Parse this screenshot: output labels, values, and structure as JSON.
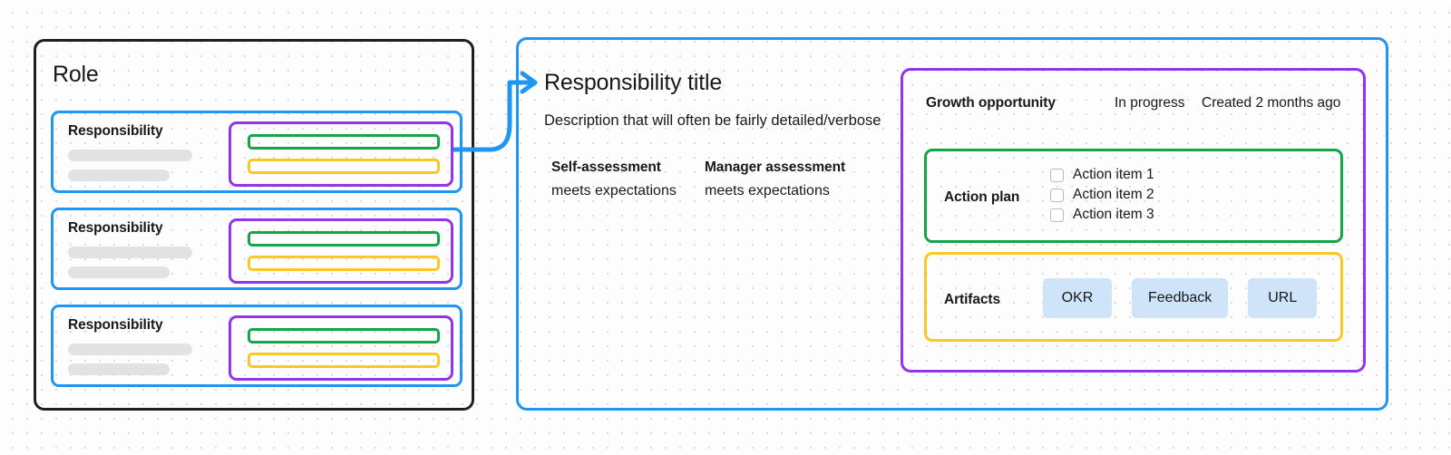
{
  "colors": {
    "blue": "#1f96f3",
    "purple": "#9333ea",
    "green": "#14a44a",
    "yellow": "#fbc723",
    "black": "#1d1f22",
    "chip_bg": "#cfe4f8",
    "skeleton": "#e2e2e3",
    "dot_grid": "#dcdcdc"
  },
  "role_panel": {
    "title": "Role",
    "responsibilities": [
      {
        "label": "Responsibility"
      },
      {
        "label": "Responsibility"
      },
      {
        "label": "Responsibility"
      }
    ]
  },
  "detail_panel": {
    "title": "Responsibility title",
    "description": "Description that will often be fairly detailed/verbose",
    "self_assessment": {
      "heading": "Self-assessment",
      "value": "meets expectations"
    },
    "manager_assessment": {
      "heading": "Manager assessment",
      "value": "meets expectations"
    },
    "growth_opportunity": {
      "title": "Growth opportunity",
      "status": "In progress",
      "created": "Created 2 months ago",
      "action_plan": {
        "label": "Action plan",
        "items": [
          {
            "label": "Action item 1",
            "checked": false
          },
          {
            "label": "Action item 2",
            "checked": false
          },
          {
            "label": "Action item 3",
            "checked": false
          }
        ]
      },
      "artifacts": {
        "label": "Artifacts",
        "chips": [
          {
            "label": "OKR"
          },
          {
            "label": "Feedback"
          },
          {
            "label": "URL"
          }
        ]
      }
    }
  }
}
